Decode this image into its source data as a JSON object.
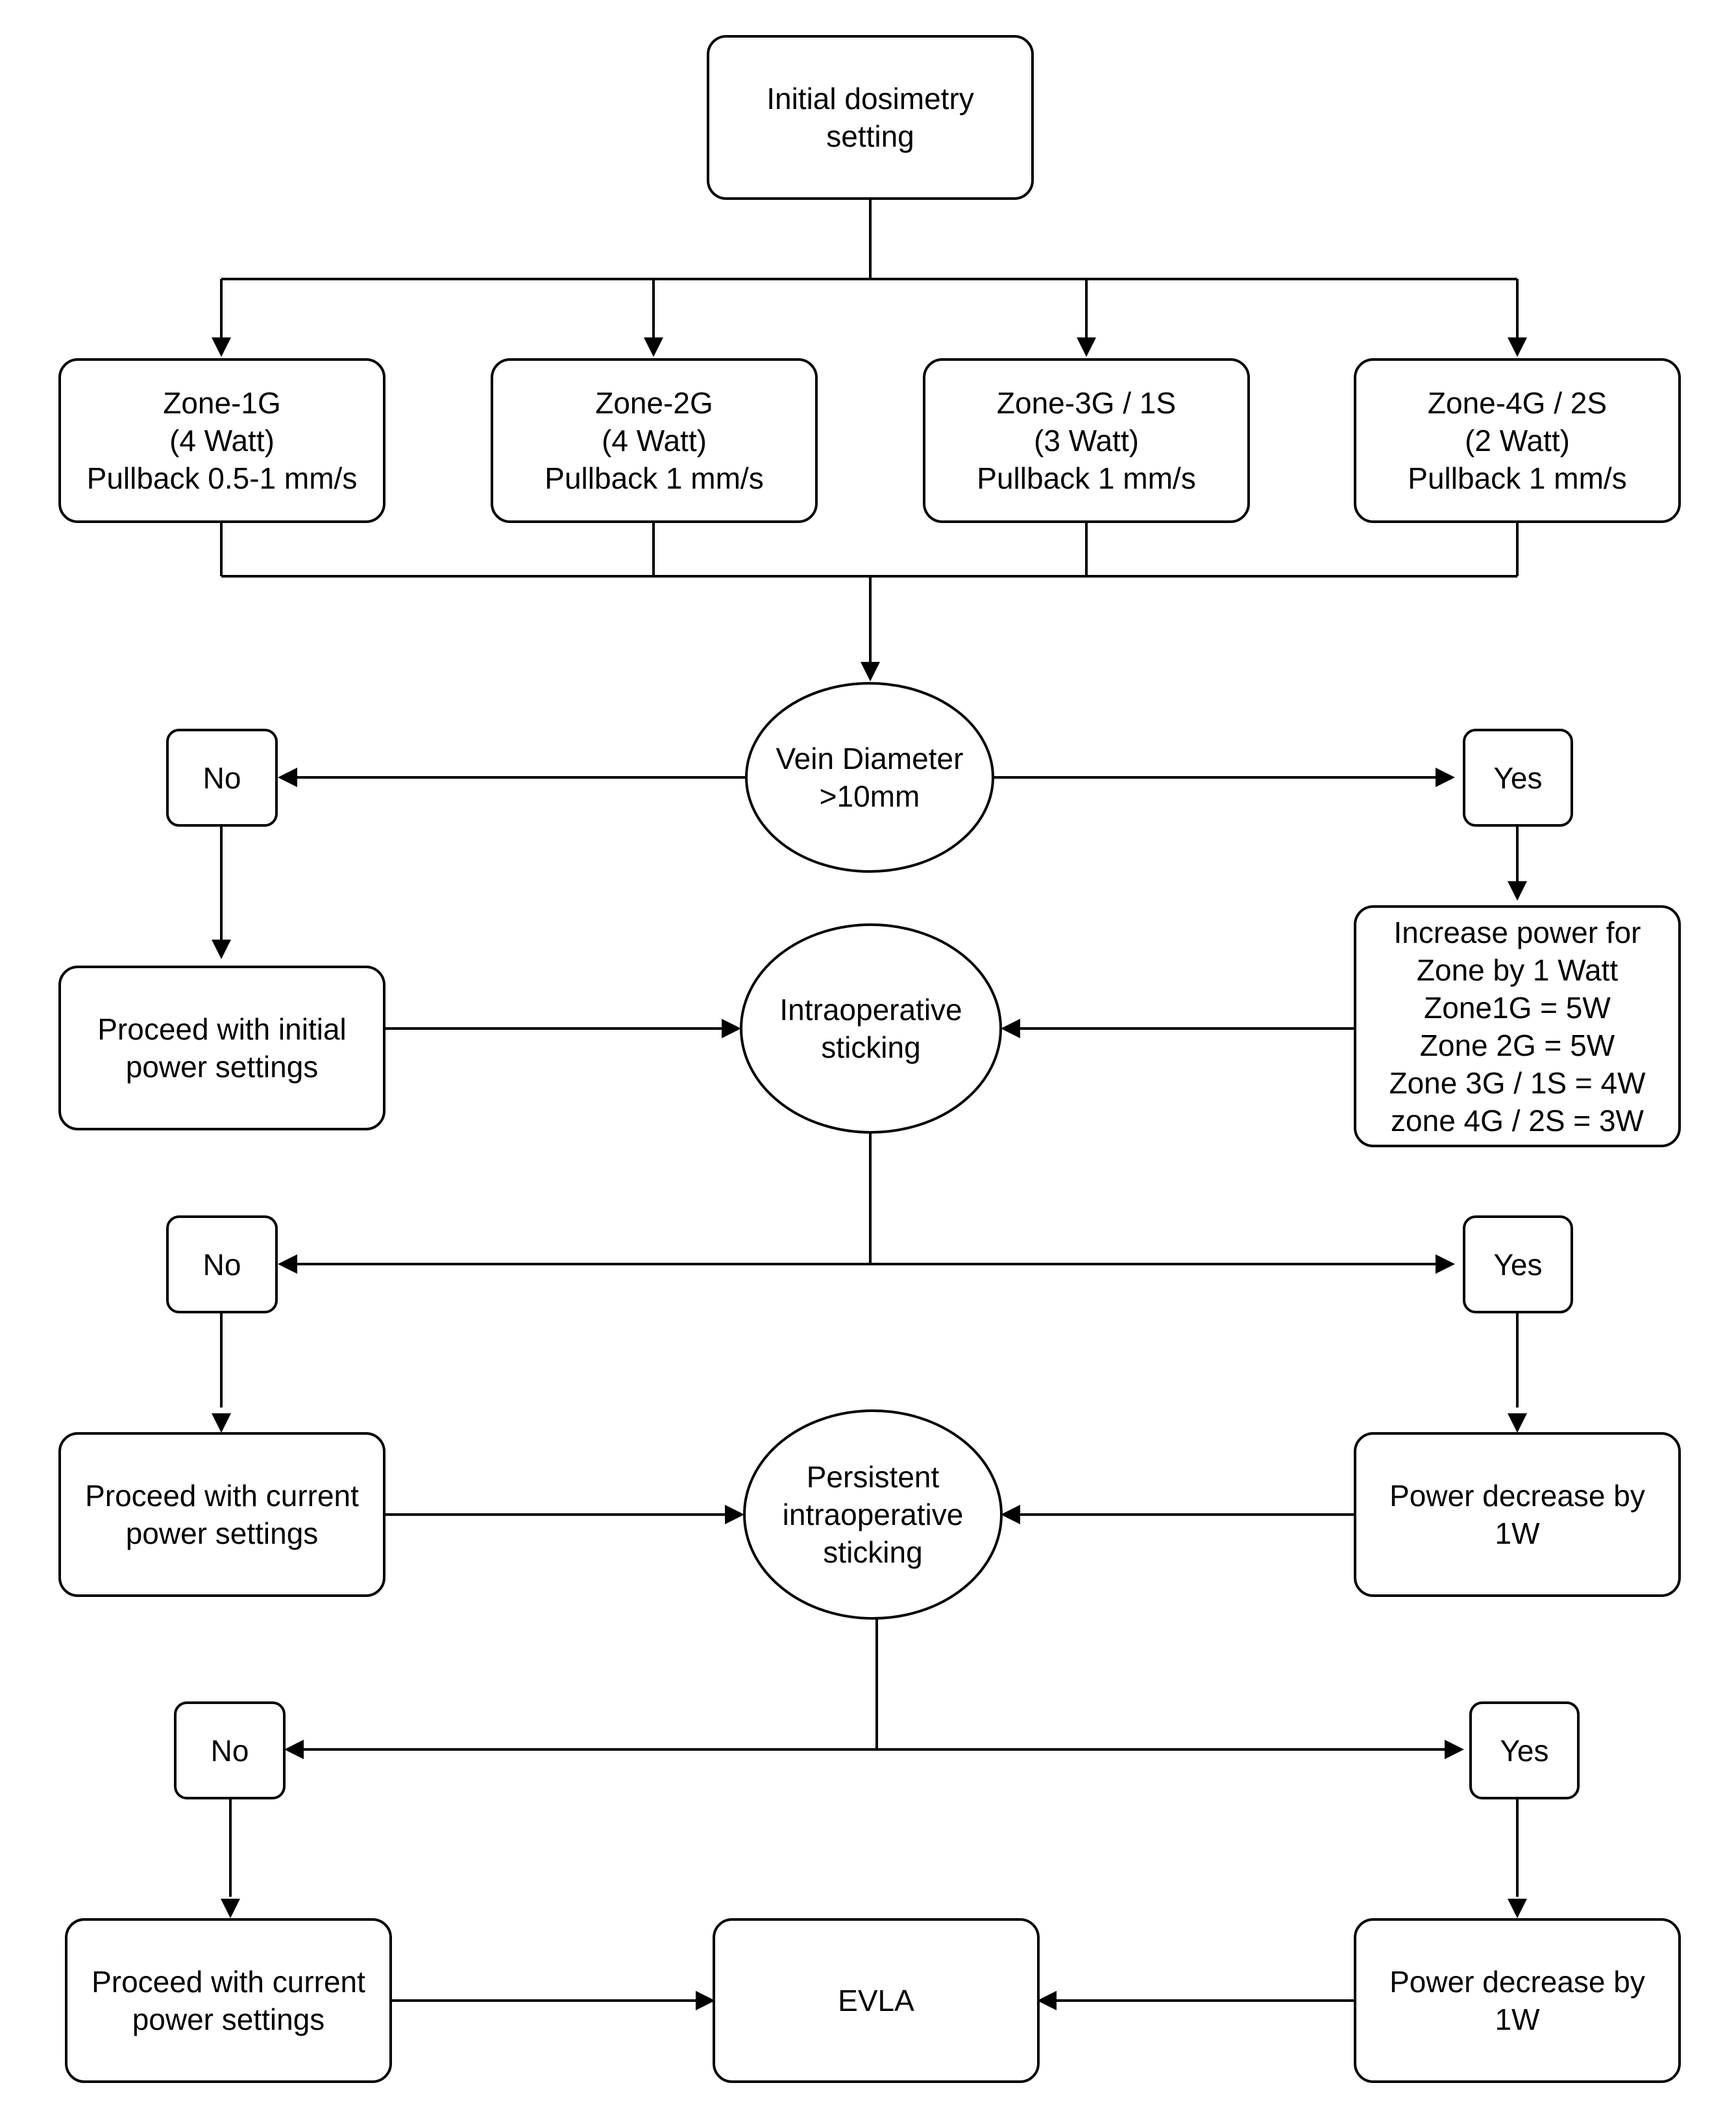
{
  "nodes": {
    "initial": "Initial dosimetry\nsetting",
    "zone1": "Zone-1G\n(4 Watt)\nPullback 0.5-1 mm/s",
    "zone2": "Zone-2G\n(4 Watt)\nPullback 1 mm/s",
    "zone3": "Zone-3G / 1S\n(3 Watt)\nPullback 1 mm/s",
    "zone4": "Zone-4G / 2S\n(2 Watt)\nPullback 1 mm/s",
    "vein_diameter": "Vein Diameter\n>10mm",
    "no_1": "No",
    "yes_1": "Yes",
    "proceed_initial": "Proceed with initial\npower settings",
    "intraoperative_sticking": "Intraoperative\nsticking",
    "increase_power": "Increase power for\nZone by 1 Watt\nZone1G = 5W\nZone 2G = 5W\nZone 3G / 1S = 4W\nzone 4G / 2S = 3W",
    "no_2": "No",
    "yes_2": "Yes",
    "proceed_current_1": "Proceed with current\npower settings",
    "persistent_sticking": "Persistent\nintraoperative\nsticking",
    "power_decrease_1": "Power decrease by\n1W",
    "no_3": "No",
    "yes_3": "Yes",
    "proceed_current_2": "Proceed with current\npower settings",
    "evla": "EVLA",
    "power_decrease_2": "Power decrease by\n1W"
  }
}
